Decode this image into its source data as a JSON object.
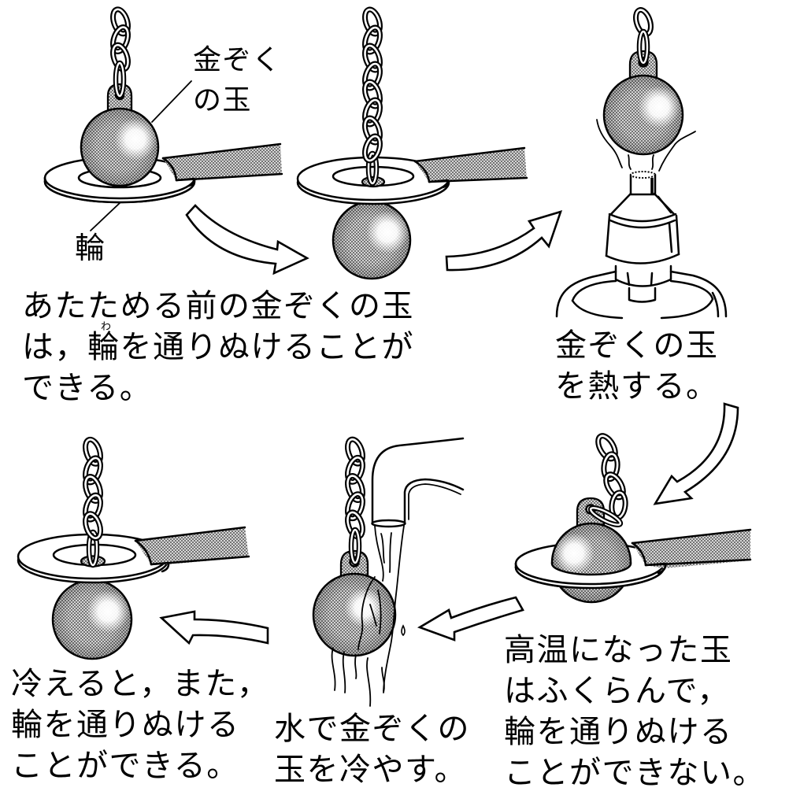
{
  "figure": {
    "labels": {
      "ball": [
        "金ぞく",
        "の玉"
      ],
      "ring": "輪",
      "ring_ruby": "わ"
    },
    "captions": {
      "before_heating": [
        "あたためる前の金ぞくの玉",
        "は，輪を通りぬけることが",
        "できる。"
      ],
      "heating": [
        "金ぞくの玉",
        "を熱する。"
      ],
      "expanded": [
        "高温になった玉",
        "はふくらんで，",
        "輪を通りぬける",
        "ことができない。"
      ],
      "cooling": [
        "水で金ぞくの",
        "玉を冷やす。"
      ],
      "after_cooling": [
        "冷えると，また，",
        "輪を通りぬける",
        "ことができる。"
      ]
    },
    "illustrations": [
      "metal-ball-on-chain",
      "ring-with-handle",
      "alcohol-lamp",
      "water-faucet",
      "heat-lines",
      "water-stream",
      "flow-arrow"
    ],
    "colors": {
      "ink": "#000000",
      "stipple_gray": "#9a9a9a",
      "background": "#ffffff"
    }
  }
}
